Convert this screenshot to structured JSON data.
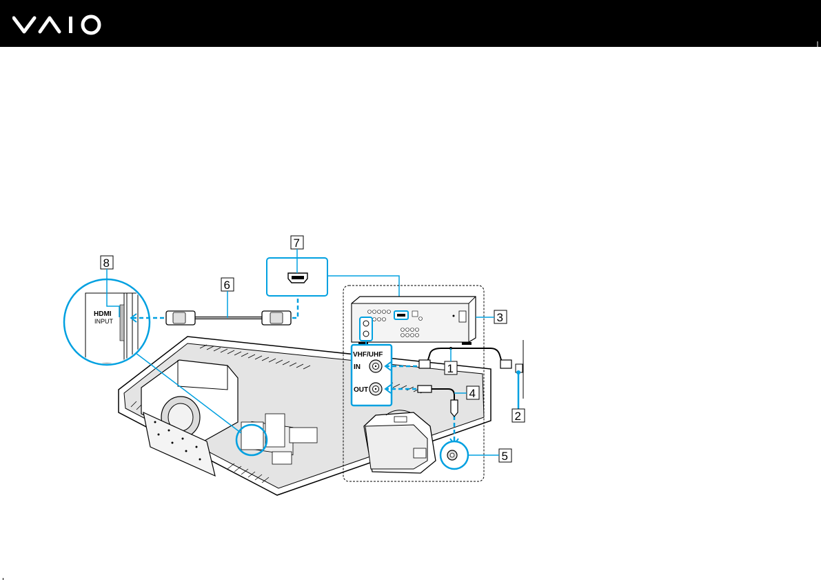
{
  "header": {
    "brand": "VAIO",
    "bg_color": "#000000",
    "accent_color": "#00a0e0"
  },
  "diagram": {
    "callouts": [
      "1",
      "2",
      "3",
      "4",
      "5",
      "6",
      "7",
      "8"
    ],
    "labels": {
      "hdmi_logo": "HDMI",
      "hdmi_input": "INPUT",
      "vhf_uhf": "VHF/UHF",
      "in": "IN",
      "out": "OUT"
    }
  }
}
